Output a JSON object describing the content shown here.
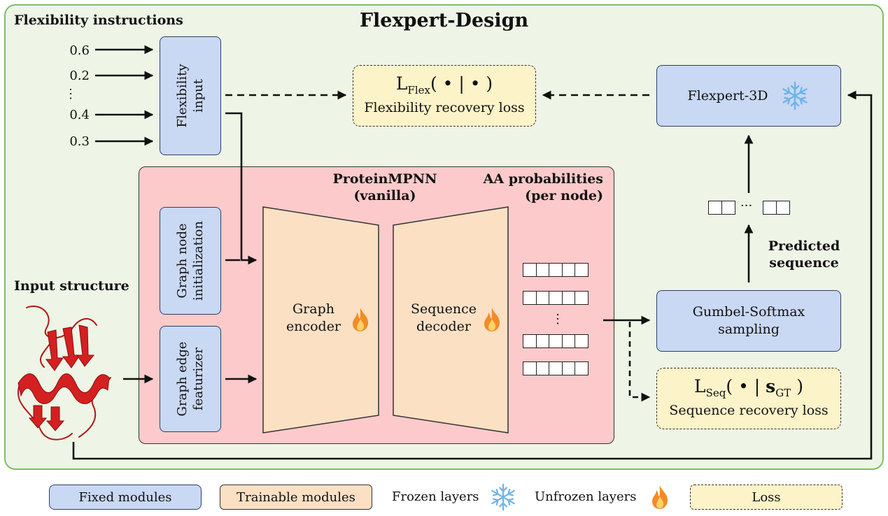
{
  "title": "Flexpert-Design",
  "flexibility_instructions": {
    "label": "Flexibility instructions",
    "values": [
      "0.6",
      "0.2",
      "⋮",
      "0.4",
      "0.3"
    ]
  },
  "flexibility_input": {
    "line1": "Flexibility",
    "line2": "input"
  },
  "input_structure": {
    "label": "Input structure"
  },
  "proteinmpnn": {
    "line1": "ProteinMPNN",
    "line2": "(vanilla)"
  },
  "aa_probabilities": {
    "line1": "AA probabilities",
    "line2": "(per node)"
  },
  "graph_node_init": {
    "line1": "Graph node",
    "line2": "initialization"
  },
  "graph_edge_feat": {
    "line1": "Graph edge",
    "line2": "featurizer"
  },
  "graph_encoder": {
    "line1": "Graph",
    "line2": "encoder"
  },
  "sequence_decoder": {
    "line1": "Sequence",
    "line2": "decoder"
  },
  "prob_ellipsis": "⋮",
  "flex_loss": {
    "symbol": "L",
    "subscript": "Flex",
    "args": "( • | • )",
    "caption": "Flexibility recovery loss"
  },
  "seq_loss": {
    "symbol": "L",
    "subscript": "Seq",
    "args_open": "( • | ",
    "gt_symbol": "s",
    "gt_subscript": "GT",
    "args_close": " )",
    "caption": "Sequence recovery loss"
  },
  "flexpert3d": {
    "label": "Flexpert-3D"
  },
  "gumbel": {
    "line1": "Gumbel-Softmax",
    "line2": "sampling"
  },
  "predicted_sequence": {
    "line1": "Predicted",
    "line2": "sequence"
  },
  "seq_ellipsis": "···",
  "legend": {
    "fixed": "Fixed modules",
    "trainable": "Trainable modules",
    "frozen": "Frozen layers",
    "unfrozen": "Unfrozen layers",
    "loss": "Loss"
  },
  "icons": {
    "frozen": "snowflake-icon",
    "unfrozen": "flame-icon",
    "structure": "protein-structure-icon"
  },
  "colors": {
    "fixed": "#c9d8f3",
    "trainable": "#fce0c4",
    "loss": "#fdf3c9",
    "proteinmpnn": "#fccaca",
    "background": "#eef5e6",
    "border": "#7bbf64",
    "snowflake": "#6fb3e8",
    "flame": "#f28c28"
  }
}
